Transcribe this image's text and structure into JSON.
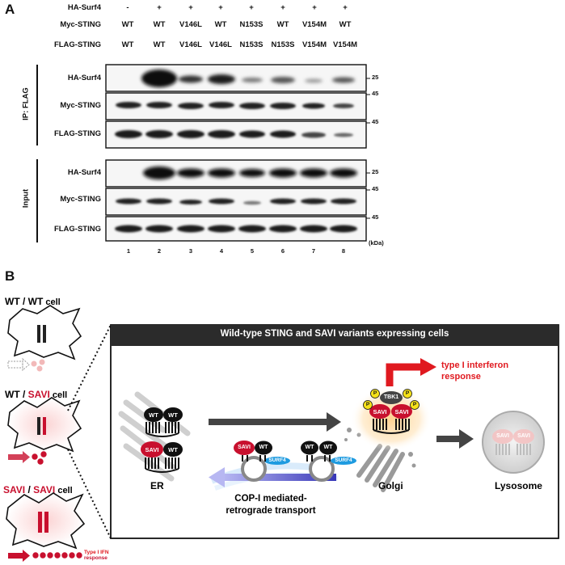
{
  "panelA": {
    "letter": "A",
    "headers": [
      {
        "label": "HA-Surf4",
        "values": [
          "-",
          "+",
          "+",
          "+",
          "+",
          "+",
          "+",
          "+"
        ]
      },
      {
        "label": "Myc-STING",
        "values": [
          "WT",
          "WT",
          "V146L",
          "WT",
          "N153S",
          "WT",
          "V154M",
          "WT"
        ]
      },
      {
        "label": "FLAG-STING",
        "values": [
          "WT",
          "WT",
          "V146L",
          "V146L",
          "N153S",
          "N153S",
          "V154M",
          "V154M"
        ]
      }
    ],
    "groups": [
      {
        "label": "IP: FLAG",
        "rows": [
          "HA-Surf4",
          "Myc-STING",
          "FLAG-STING"
        ]
      },
      {
        "label": "Input",
        "rows": [
          "HA-Surf4",
          "Myc-STING",
          "FLAG-STING"
        ]
      }
    ],
    "mw_markers": {
      "r1": "25",
      "r2": "45",
      "r3": "45",
      "r4": "25",
      "r5": "45",
      "r6": "45"
    },
    "lanes": [
      "1",
      "2",
      "3",
      "4",
      "5",
      "6",
      "7",
      "8"
    ],
    "kda": "(kDa)"
  },
  "panelB": {
    "letter": "B",
    "cells": {
      "c1": {
        "part1": "WT",
        "sep": " / ",
        "part2": "WT",
        "suffix": " cell"
      },
      "c2": {
        "part1": "WT",
        "sep": " / ",
        "part2": "SAVI",
        "suffix": " cell"
      },
      "c3": {
        "part1": "SAVI",
        "sep": " / ",
        "part2": "SAVI",
        "suffix": " cell"
      }
    },
    "ifn_note_line1": "Type I IFN",
    "ifn_note_line2": "response",
    "box_title": "Wild-type STING and SAVI variants expressing cells",
    "response_line1": "type I interferon",
    "response_line2": "response",
    "er": "ER",
    "golgi": "Golgi",
    "lysosome": "Lysosome",
    "copi_line1": "COP-I mediated-",
    "copi_line2": "retrograde transport",
    "wt": "WT",
    "savi": "SAVI",
    "surf4": "SURF4",
    "tbk1": "TBK1",
    "p": "P",
    "colors": {
      "savi_red": "#c8102e",
      "surf4_blue": "#1e9be0",
      "ifn_red": "#e0191f",
      "transport_purple": "#5b5bd6"
    }
  }
}
